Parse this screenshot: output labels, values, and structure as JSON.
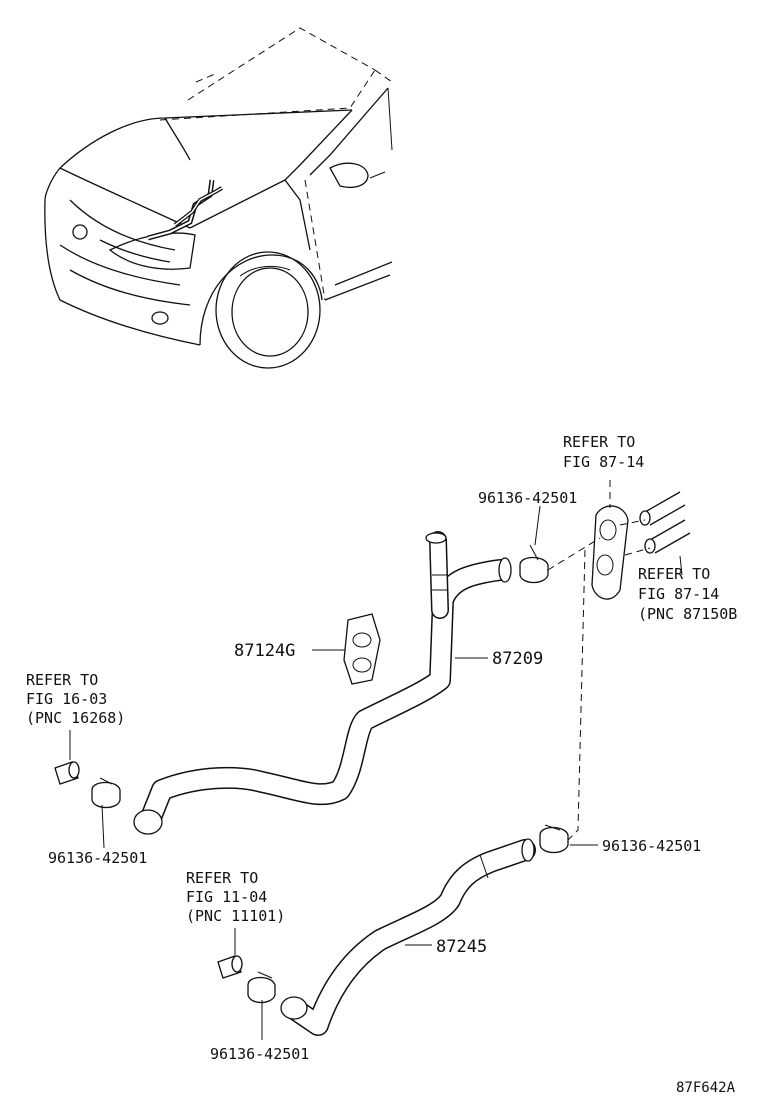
{
  "diagram": {
    "figure_code": "87F642A",
    "part_labels": {
      "p87124g": "87124G",
      "p87209": "87209",
      "p87245": "87245",
      "clamp_top": "96136-42501",
      "clamp_left": "96136-42501",
      "clamp_right": "96136-42501",
      "clamp_bottom": "96136-42501"
    },
    "references": {
      "ref_top": {
        "line1": "REFER TO",
        "line2": "FIG 87-14"
      },
      "ref_right": {
        "line1": "REFER TO",
        "line2": "FIG 87-14",
        "line3": "(PNC 87150B"
      },
      "ref_left": {
        "line1": "REFER TO",
        "line2": "FIG 16-03",
        "line3": "(PNC 16268)"
      },
      "ref_mid": {
        "line1": "REFER TO",
        "line2": "FIG 11-04",
        "line3": "(PNC 11101)"
      }
    }
  }
}
